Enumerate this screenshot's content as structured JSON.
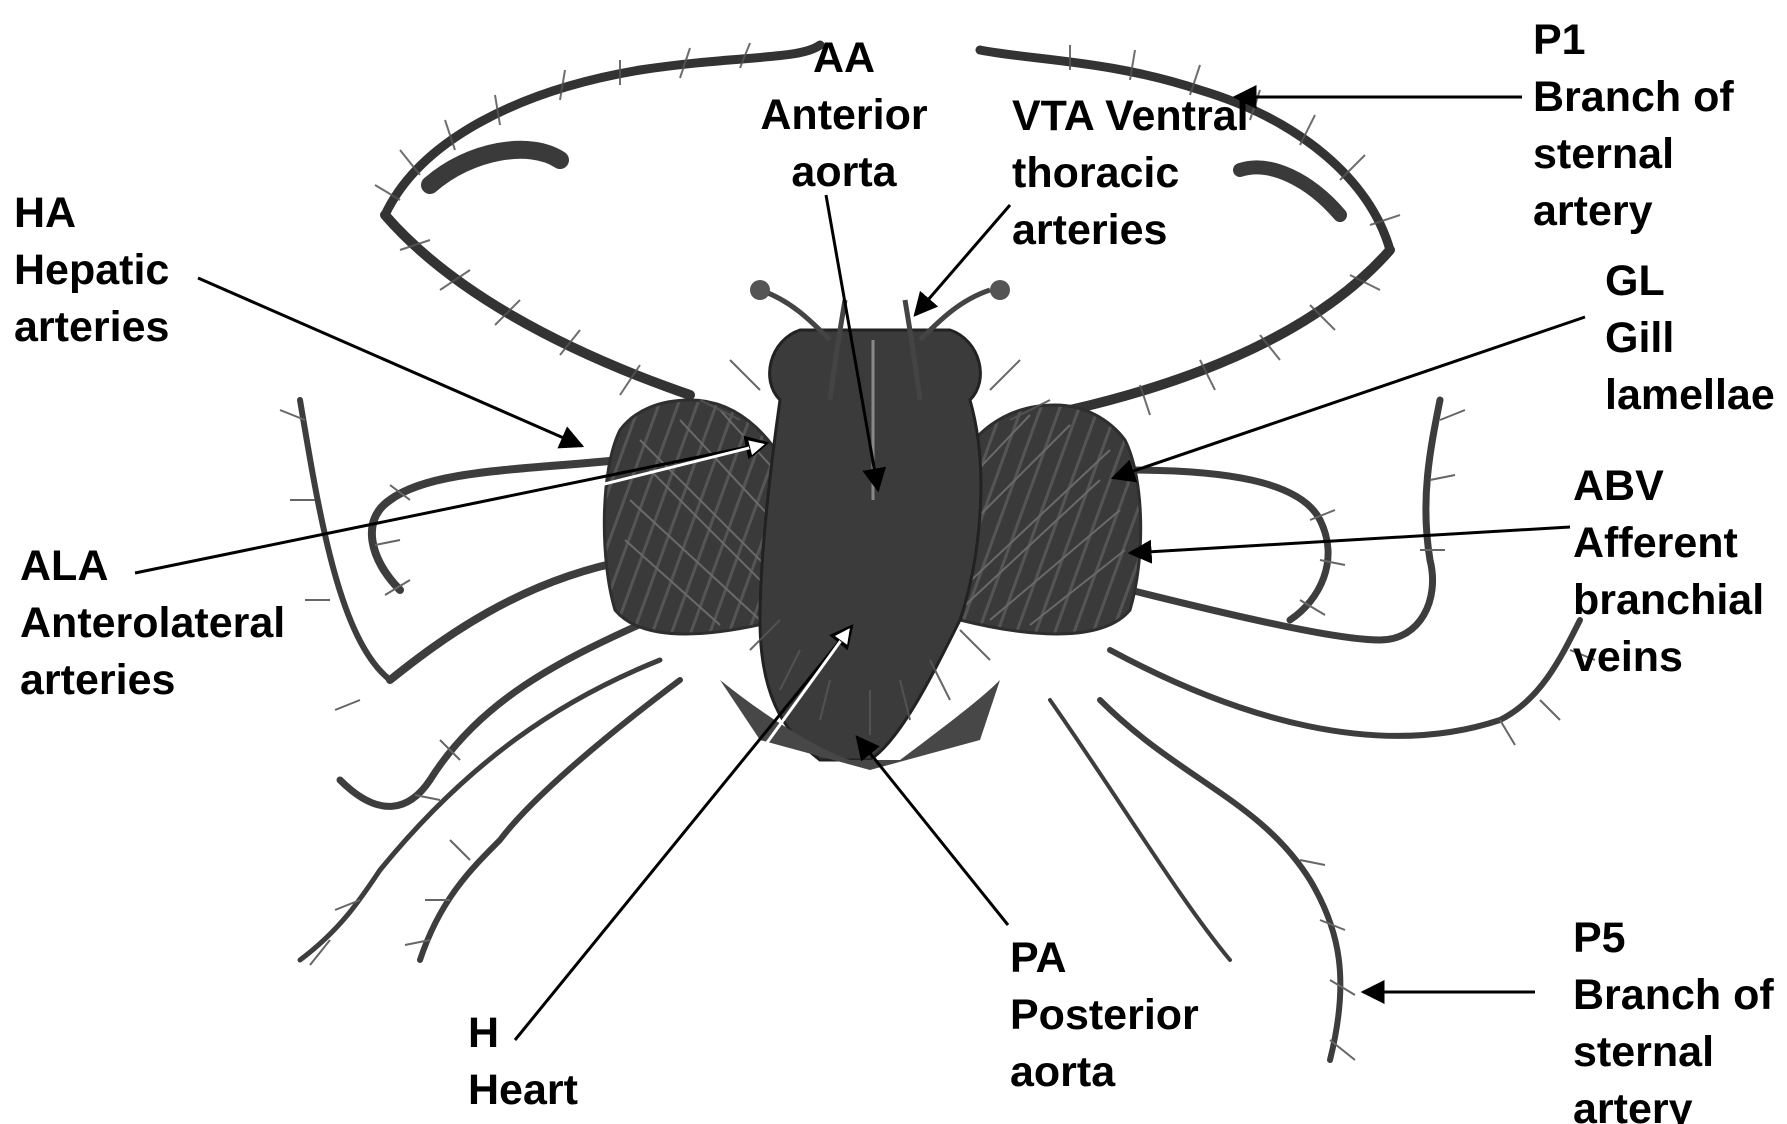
{
  "labels": {
    "aa": {
      "code": "AA",
      "name1": "Anterior",
      "name2": "aorta"
    },
    "vta": {
      "line1": "VTA Ventral",
      "line2": "thoracic",
      "line3": "arteries"
    },
    "p1": {
      "code": "P1",
      "line1": "Branch of",
      "line2": "sternal",
      "line3": "artery"
    },
    "ha": {
      "code": "HA",
      "line1": "Hepatic",
      "line2": "arteries"
    },
    "gl": {
      "code": "GL",
      "line1": "Gill",
      "line2": "lamellae"
    },
    "abv": {
      "code": "ABV",
      "line1": "Afferent",
      "line2": "branchial",
      "line3": "veins"
    },
    "ala": {
      "code": "ALA",
      "line1": "Anterolateral",
      "line2": "arteries"
    },
    "pa": {
      "code": "PA",
      "line1": "Posterior",
      "line2": "aorta"
    },
    "h": {
      "code": "H",
      "line1": "Heart"
    },
    "p5": {
      "code": "P5",
      "line1": "Branch of",
      "line2": "sternal",
      "line3": "artery"
    }
  },
  "colors": {
    "ink": "#000000",
    "specimen_dark": "#2e2e2e",
    "specimen_mid": "#4a4a4a",
    "specimen_light": "#6d6d6d",
    "background": "#ffffff",
    "white_arrow": "#ffffff"
  }
}
